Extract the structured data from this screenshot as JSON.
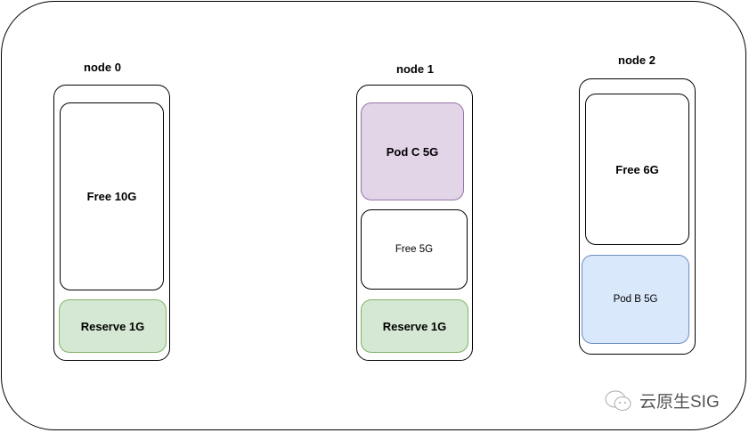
{
  "nodes": [
    {
      "name": "node 0",
      "blocks": [
        {
          "label": "Free 10G",
          "color": "#ffffff"
        },
        {
          "label": "Reserve 1G",
          "color": "#d5e8d4"
        }
      ]
    },
    {
      "name": "node 1",
      "blocks": [
        {
          "label": "Pod C 5G",
          "color": "#e1d5e7"
        },
        {
          "label": "Free 5G",
          "color": "#ffffff"
        },
        {
          "label": "Reserve 1G",
          "color": "#d5e8d4"
        }
      ]
    },
    {
      "name": "node 2",
      "blocks": [
        {
          "label": "Free 6G",
          "color": "#ffffff"
        },
        {
          "label": "Pod B 5G",
          "color": "#dae8fc"
        }
      ]
    }
  ],
  "watermark": "云原生SIG"
}
